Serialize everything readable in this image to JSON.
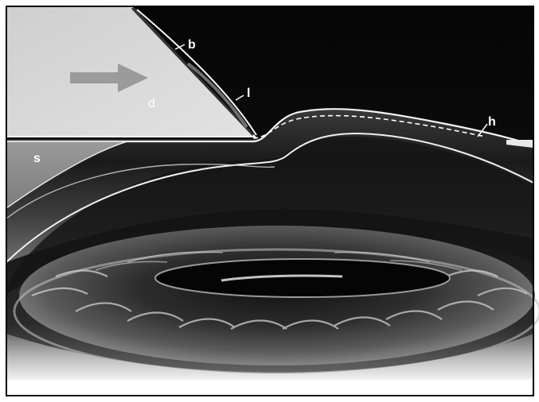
{
  "labels": {
    "b": "b",
    "l": "l",
    "d": "d",
    "h": "h",
    "s": "s"
  },
  "colors": {
    "frame": "#000000",
    "background": "#ffffff",
    "dark": "#0b0b0b",
    "blade_fill": "#d6d6d6",
    "base_fill": "#8a8a8a",
    "highlight": "#f2f2f2"
  },
  "icons": {
    "direction_arrow": "right-arrow-icon"
  }
}
